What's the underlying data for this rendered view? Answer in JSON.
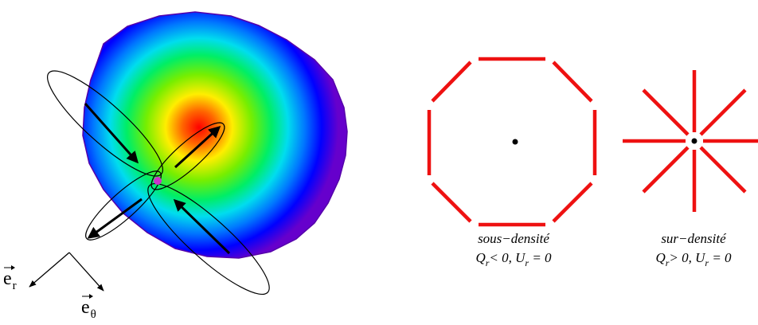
{
  "left_panel": {
    "basis_vectors": {
      "e_r": {
        "base": "e",
        "subscript": "r"
      },
      "e_theta": {
        "base": "e",
        "subscript": "θ"
      }
    }
  },
  "right_panel": {
    "under_density": {
      "caption": "sous−densité",
      "condition_q": {
        "base": "Q",
        "sub": "r",
        "rest": "< 0, "
      },
      "condition_u": {
        "base": "U",
        "sub": "r",
        "rest": " = 0"
      }
    },
    "over_density": {
      "caption": "sur−densité",
      "condition_q": {
        "base": "Q",
        "sub": "r",
        "rest": "> 0, "
      },
      "condition_u": {
        "base": "U",
        "sub": "r",
        "rest": " = 0"
      }
    }
  },
  "colors": {
    "polarization_bars": "#ee1111",
    "center_marker": "#cc33cc",
    "ink": "#000000"
  }
}
